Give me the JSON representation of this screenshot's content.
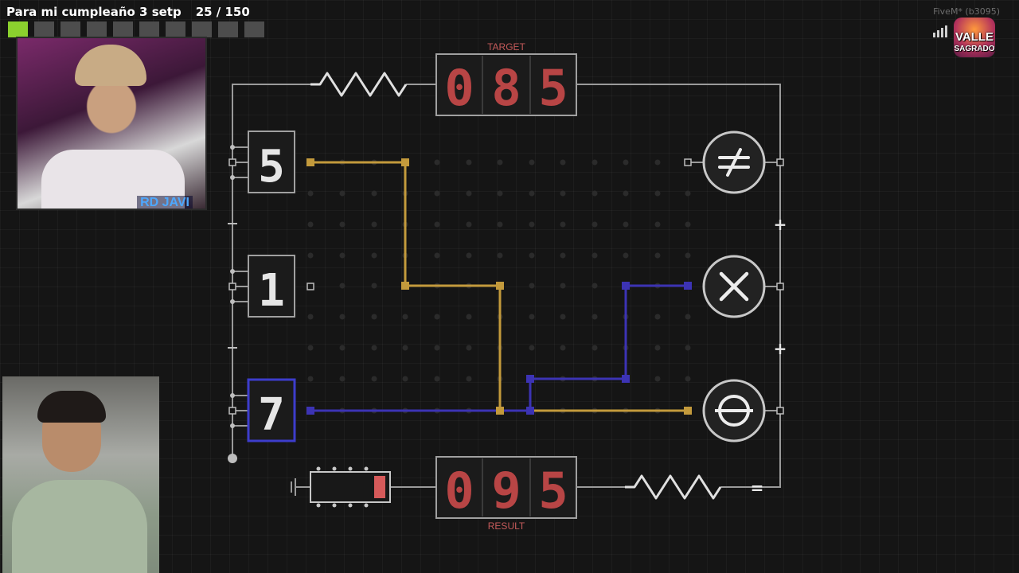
{
  "stream": {
    "goal_text": "Para mi cumpleaño 3 setp",
    "goal_count": "25 / 150",
    "progress": {
      "filled": 1,
      "total": 10
    },
    "webcam_label": "RD JAVI",
    "server_text": "FiveM* (b3095)",
    "logo_line1": "VALLE",
    "logo_line2": "SAGRADO"
  },
  "puzzle": {
    "target_label": "TARGET",
    "target_digits": [
      "0",
      "8",
      "5"
    ],
    "result_label": "RESULT",
    "result_digits": [
      "0",
      "9",
      "5"
    ],
    "inputs": [
      {
        "value": "5",
        "selected": false
      },
      {
        "value": "1",
        "selected": false
      },
      {
        "value": "7",
        "selected": true
      }
    ],
    "operators": [
      {
        "name": "not-equal",
        "symbol": "≠"
      },
      {
        "name": "multiply",
        "symbol": "✕"
      },
      {
        "name": "theta",
        "symbol": "⊖"
      }
    ],
    "plus_signs": [
      "+",
      "+"
    ],
    "equals_sign": "=",
    "colors": {
      "wire_gold": "#c39a3c",
      "wire_blue": "#3c33b4",
      "digit_red": "#b84545",
      "label_red": "#c55a5a",
      "selected_border": "#3d3dcc"
    }
  }
}
